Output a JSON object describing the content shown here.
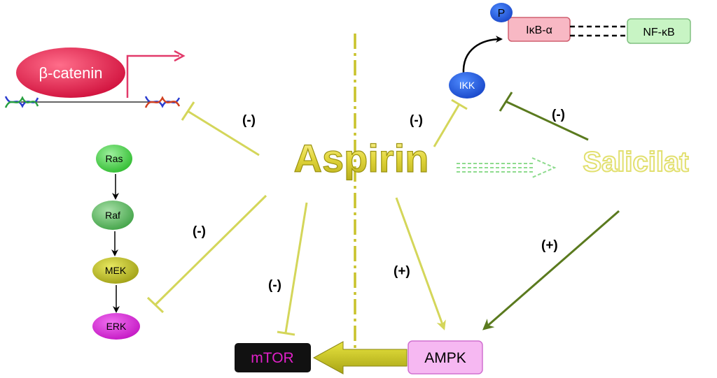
{
  "title": "Aspirin",
  "metabolite": "Salicilat",
  "nodes": {
    "beta_catenin": "β-catenin",
    "ras": "Ras",
    "raf": "Raf",
    "mek": "MEK",
    "erk": "ERK",
    "mtor": "mTOR",
    "ampk": "AMPK",
    "ikk": "IKK",
    "ikb": "IκB-α",
    "nfkb": "NF-κB",
    "phospho": "P"
  },
  "effect_labels": {
    "beta_catenin": "(-)",
    "ikk": "(-)",
    "salicilat_ikk": "(-)",
    "erk": "(-)",
    "mtor": "(-)",
    "ampk_aspirin": "(+)",
    "ampk_salicilat": "(+)"
  },
  "colors": {
    "aspirin_yellow": "#e6e040",
    "inhibit_line": "#d4d65a",
    "salicilat_line": "#5a7a1e",
    "dash_green": "#8edb8e",
    "beta_catenin": "#e8234f",
    "ikk_blue": "#1e5fe0",
    "mtor_bg": "#111111",
    "mtor_text": "#e020c8",
    "ampk_bg": "#f6b8f2",
    "erk": "#e020e0",
    "mek": "#b8b820",
    "raf": "#5cc060",
    "ras": "#3cd03c",
    "nfkb_bg": "#c8f4c4",
    "ikb_bg": "#f8b8c4"
  }
}
